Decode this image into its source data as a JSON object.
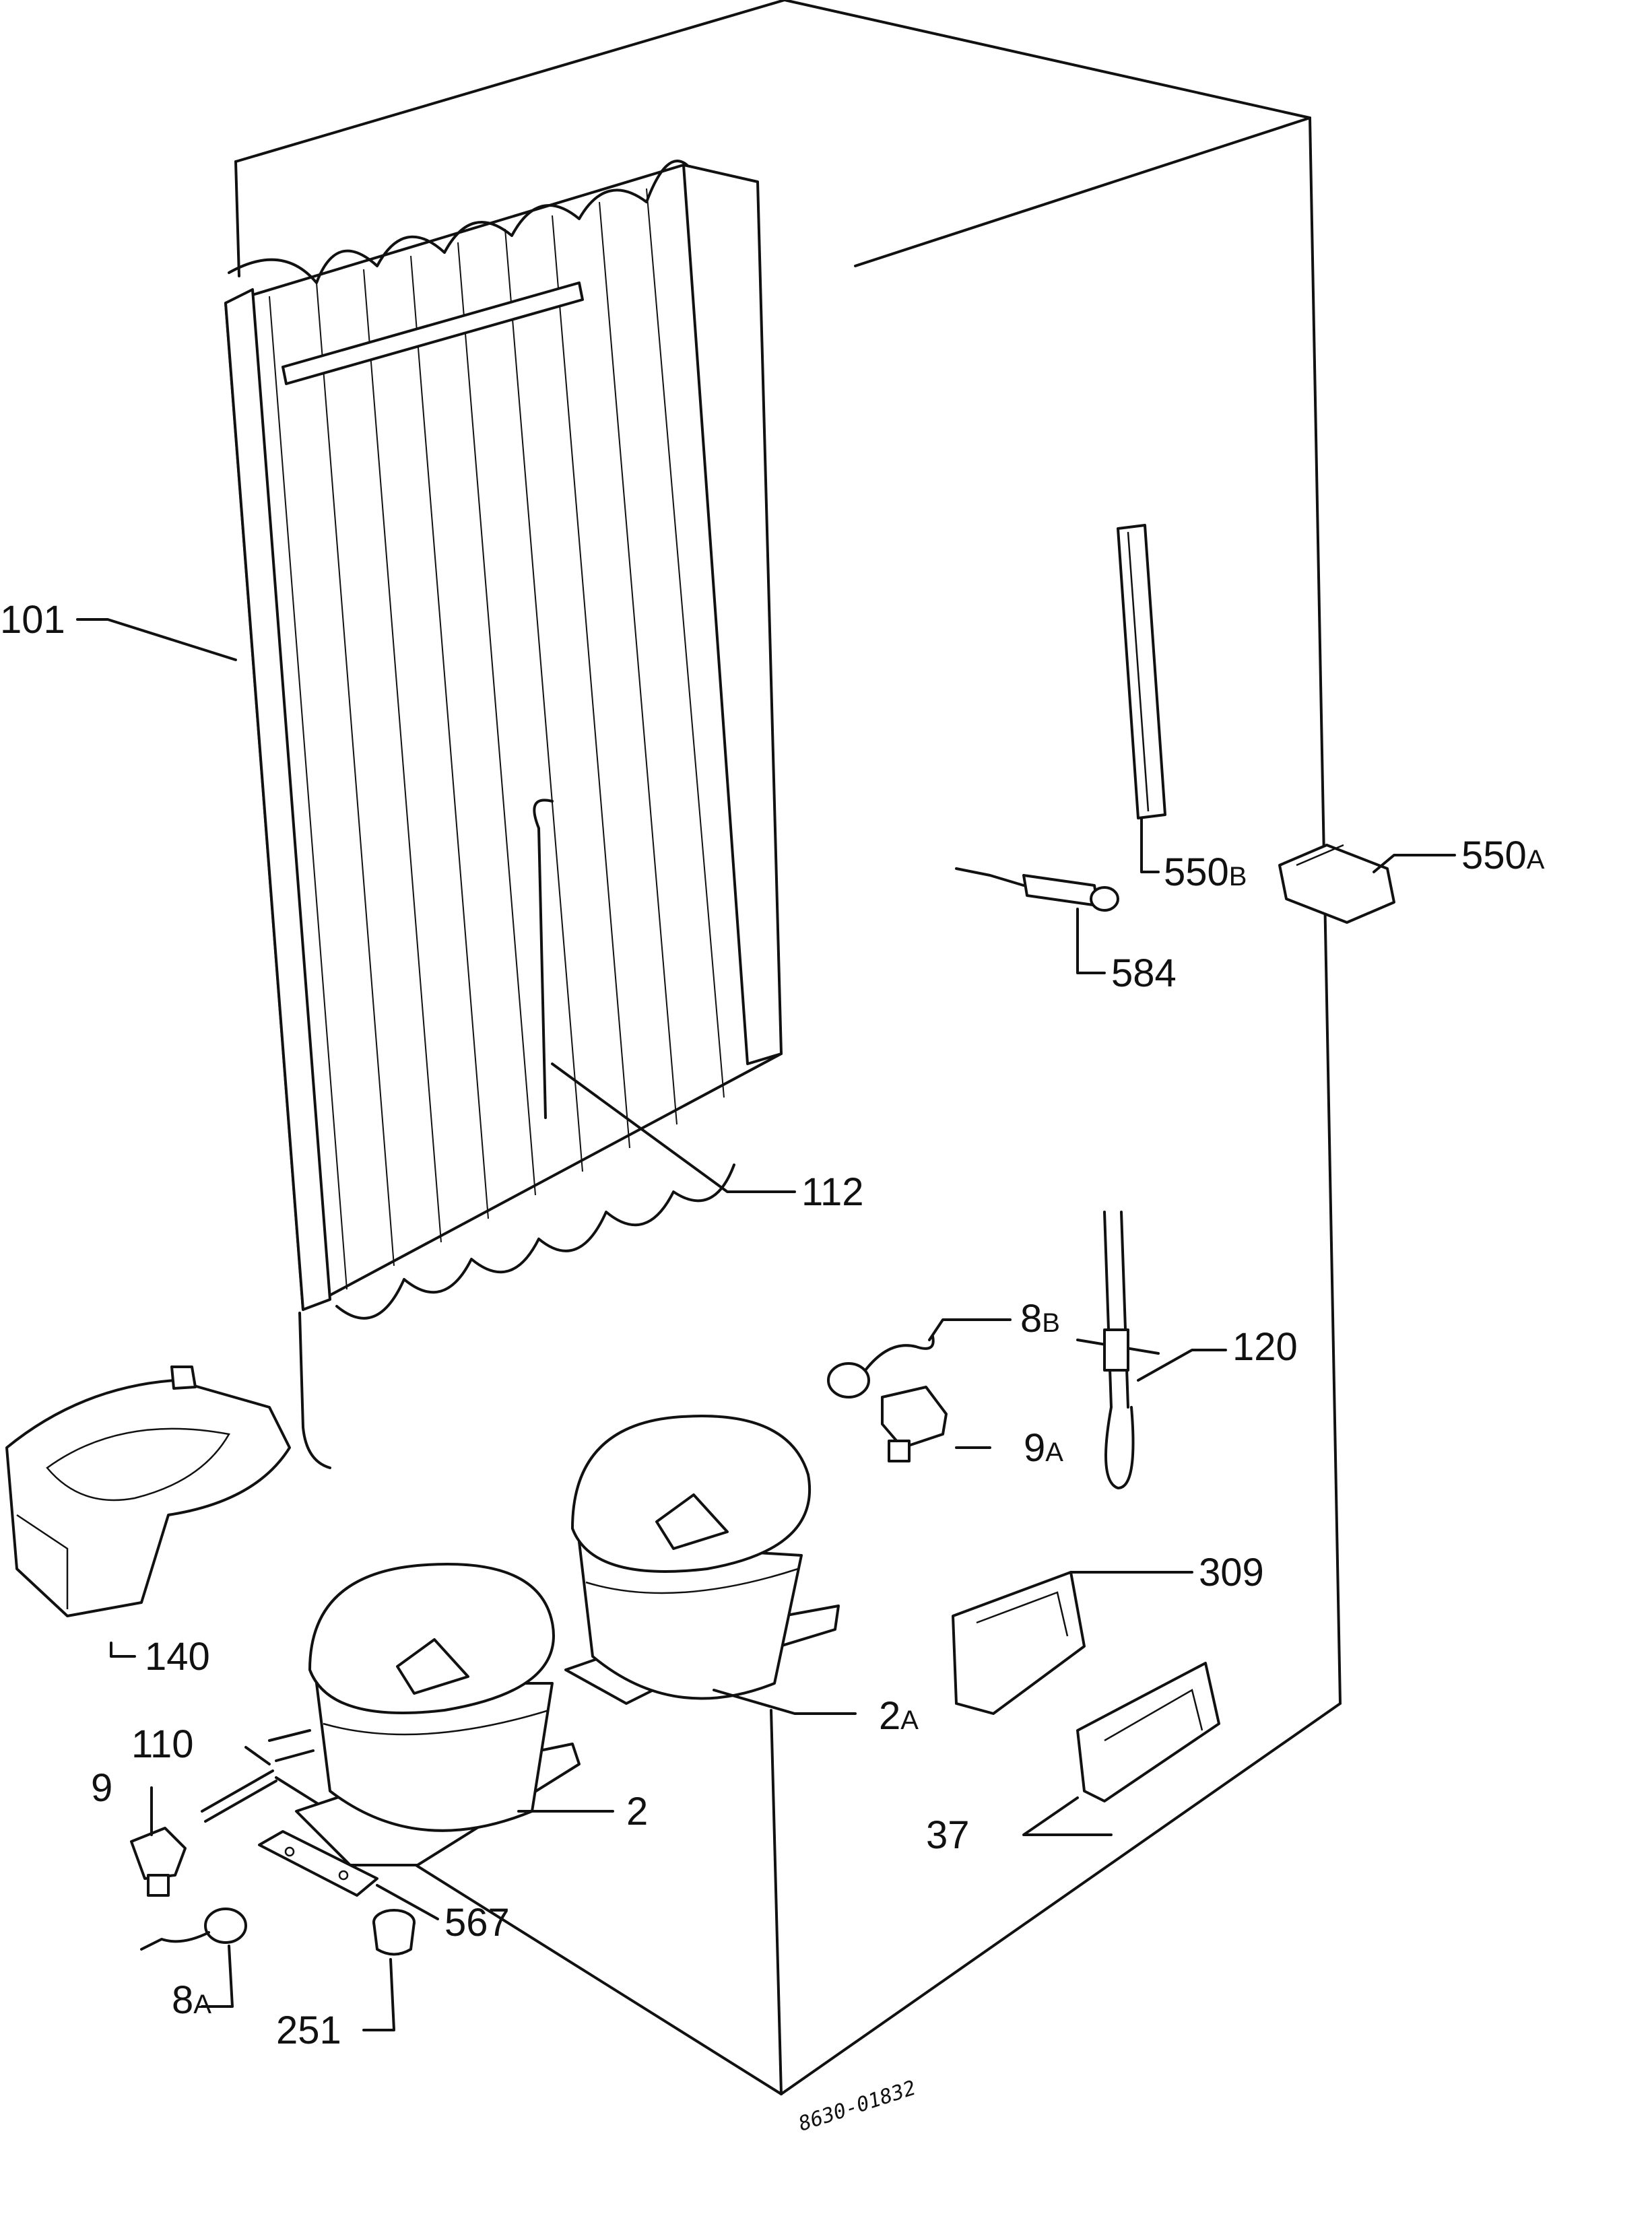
{
  "drawing_code": "8630-01832",
  "callouts": [
    {
      "id": "101",
      "main": "101",
      "sub": ""
    },
    {
      "id": "550b",
      "main": "550",
      "sub": "B"
    },
    {
      "id": "550a",
      "main": "550",
      "sub": "A"
    },
    {
      "id": "584",
      "main": "584",
      "sub": ""
    },
    {
      "id": "112",
      "main": "112",
      "sub": ""
    },
    {
      "id": "8b",
      "main": "8",
      "sub": "B"
    },
    {
      "id": "120",
      "main": "120",
      "sub": ""
    },
    {
      "id": "9a",
      "main": "9",
      "sub": "A"
    },
    {
      "id": "309",
      "main": "309",
      "sub": ""
    },
    {
      "id": "140",
      "main": "140",
      "sub": ""
    },
    {
      "id": "2a",
      "main": "2",
      "sub": "A"
    },
    {
      "id": "110",
      "main": "110",
      "sub": ""
    },
    {
      "id": "9",
      "main": "9",
      "sub": ""
    },
    {
      "id": "2",
      "main": "2",
      "sub": ""
    },
    {
      "id": "37",
      "main": "37",
      "sub": ""
    },
    {
      "id": "567",
      "main": "567",
      "sub": ""
    },
    {
      "id": "8a",
      "main": "8",
      "sub": "A"
    },
    {
      "id": "251",
      "main": "251",
      "sub": ""
    }
  ]
}
